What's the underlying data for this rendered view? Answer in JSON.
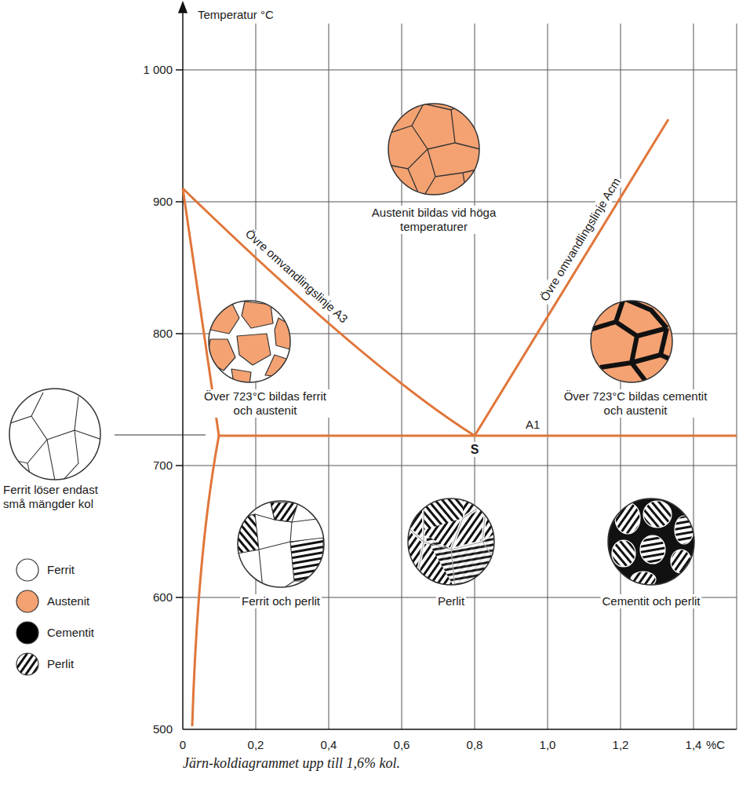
{
  "diagram": {
    "caption": "Järn-koldiagrammet upp till 1,6% kol.",
    "labels": [
      "Temperatur °C",
      "1 000",
      "900",
      "800",
      "700",
      "600",
      "500",
      "0",
      "0,2",
      "0,4",
      "0,6",
      "0,8",
      "1,0",
      "1,2",
      "1,4",
      "%C",
      "Austenit bildas vid höga temperaturer",
      "Övre omvandlingslinje A3",
      "Övre omvandlingslinje Acm",
      "Över 723°C bildas ferrit och austenit",
      "Över 723°C bildas cementit och austenit",
      "A1",
      "S",
      "Ferrit löser endast små mängder kol",
      "Ferrit och perlit",
      "Perlit",
      "Cementit och perlit"
    ],
    "legend": [
      {
        "text": "Ferrit",
        "color": "#ffffff"
      },
      {
        "text": "Austenit",
        "color": "#f4a272"
      },
      {
        "text": "Cementit",
        "color": "#000000"
      },
      {
        "text": "Perlit"
      }
    ]
  }
}
